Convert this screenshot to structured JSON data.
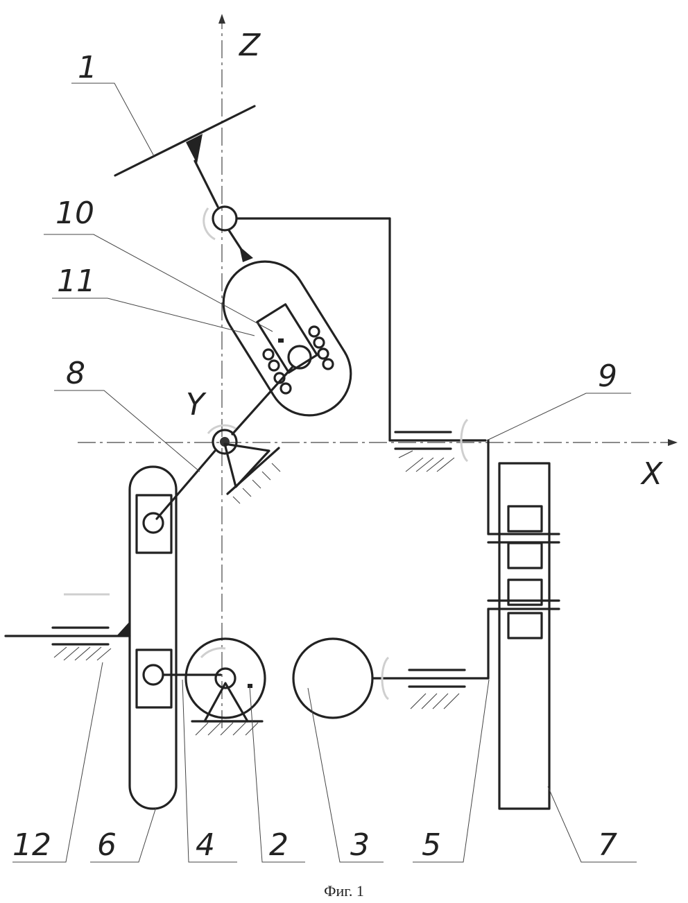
{
  "axes": {
    "z": "Z",
    "y": "Y",
    "x": "X"
  },
  "callouts": [
    "1",
    "10",
    "11",
    "8",
    "9",
    "12",
    "6",
    "4",
    "2",
    "3",
    "5",
    "7"
  ],
  "caption": "Фиг. 1"
}
